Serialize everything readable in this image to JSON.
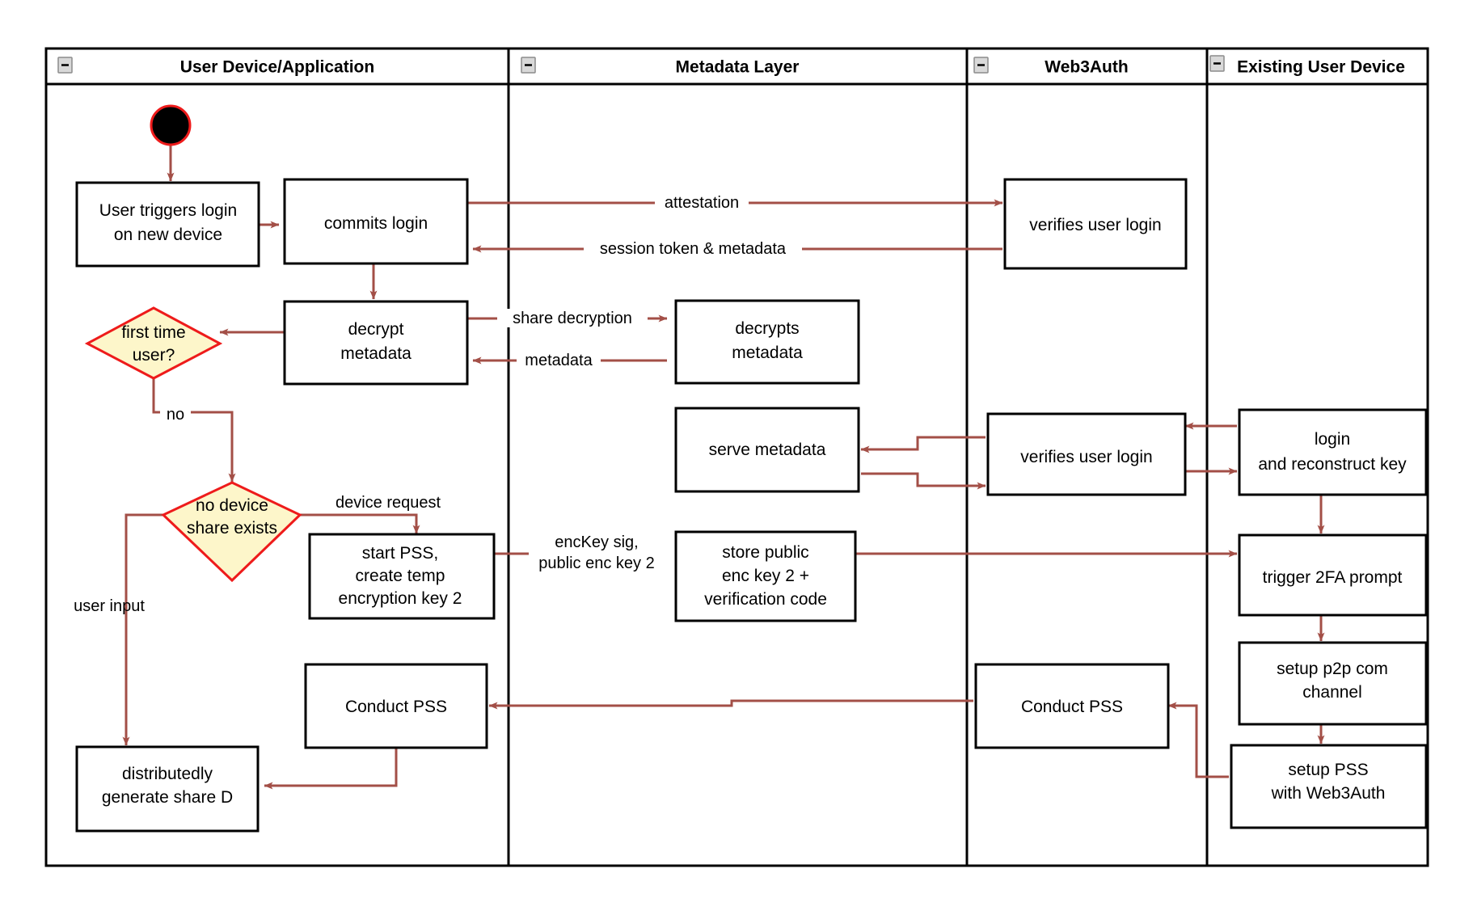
{
  "diagram": {
    "type": "swimlane-activity-diagram",
    "title": "Web3Auth new device login flow",
    "colors": {
      "edge": "#a34f47",
      "decision_fill": "#fdf6ca",
      "decision_stroke": "#ee1b1b",
      "node_stroke": "#000000",
      "node_fill": "#ffffff",
      "lane_header_icon": "#d9d9d9"
    },
    "lanes": [
      {
        "id": "lane-user-device",
        "label": "User Device/Application",
        "collapse_icon": "minus-icon"
      },
      {
        "id": "lane-metadata",
        "label": "Metadata Layer",
        "collapse_icon": "minus-icon"
      },
      {
        "id": "lane-web3auth",
        "label": "Web3Auth",
        "collapse_icon": "minus-icon"
      },
      {
        "id": "lane-existing-device",
        "label": "Existing User Device",
        "collapse_icon": "minus-icon"
      }
    ],
    "nodes": [
      {
        "id": "start",
        "type": "start",
        "lane": "lane-user-device",
        "label": ""
      },
      {
        "id": "user-triggers-login",
        "type": "action",
        "lane": "lane-user-device",
        "label": "User triggers login\non new device"
      },
      {
        "id": "commits-login",
        "type": "action",
        "lane": "lane-user-device",
        "label": "commits login"
      },
      {
        "id": "verifies-user-login-1",
        "type": "action",
        "lane": "lane-web3auth",
        "label": "verifies user login"
      },
      {
        "id": "decrypt-metadata",
        "type": "action",
        "lane": "lane-user-device",
        "label": "decrypt\nmetadata"
      },
      {
        "id": "first-time-user",
        "type": "decision",
        "lane": "lane-user-device",
        "label": "first time\nuser?"
      },
      {
        "id": "decrypts-metadata",
        "type": "action",
        "lane": "lane-metadata",
        "label": "decrypts\nmetadata"
      },
      {
        "id": "serve-metadata",
        "type": "action",
        "lane": "lane-metadata",
        "label": "serve metadata"
      },
      {
        "id": "verifies-user-login-2",
        "type": "action",
        "lane": "lane-web3auth",
        "label": "verifies user login"
      },
      {
        "id": "login-and-reconstruct-key",
        "type": "action",
        "lane": "lane-existing-device",
        "label": "login\nand reconstruct key"
      },
      {
        "id": "no-device-share-exists",
        "type": "decision",
        "lane": "lane-user-device",
        "label": "no device\nshare exists"
      },
      {
        "id": "start-pss",
        "type": "action",
        "lane": "lane-user-device",
        "label": "start PSS,\ncreate temp\nencryption key 2"
      },
      {
        "id": "store-public-enc-key",
        "type": "action",
        "lane": "lane-metadata",
        "label": "store public\nenc key 2 +\nverification code"
      },
      {
        "id": "trigger-2fa-prompt",
        "type": "action",
        "lane": "lane-existing-device",
        "label": "trigger 2FA prompt"
      },
      {
        "id": "setup-p2p-com-channel",
        "type": "action",
        "lane": "lane-existing-device",
        "label": "setup p2p com\nchannel"
      },
      {
        "id": "conduct-pss-user",
        "type": "action",
        "lane": "lane-user-device",
        "label": "Conduct PSS"
      },
      {
        "id": "conduct-pss-web3auth",
        "type": "action",
        "lane": "lane-web3auth",
        "label": "Conduct PSS"
      },
      {
        "id": "setup-pss-with-web3auth",
        "type": "action",
        "lane": "lane-existing-device",
        "label": "setup PSS\nwith Web3Auth"
      },
      {
        "id": "distributedly-generate-share-d",
        "type": "action",
        "lane": "lane-user-device",
        "label": "distributedly\ngenerate share D"
      }
    ],
    "edge_labels": {
      "attestation": "attestation",
      "session_token_metadata": "session token & metadata",
      "share_decryption": "share decryption",
      "metadata": "metadata",
      "no": "no",
      "device_request": "device request",
      "user_input": "user input",
      "enc_key_sig_line1": "encKey sig,",
      "enc_key_sig_line2": "public enc key 2"
    },
    "node_text": {
      "user_triggers_login_l1": "User triggers login",
      "user_triggers_login_l2": "on new device",
      "commits_login": "commits login",
      "verifies_user_login_1": "verifies user login",
      "decrypt_metadata_l1": "decrypt",
      "decrypt_metadata_l2": "metadata",
      "first_time_user_l1": "first time",
      "first_time_user_l2": "user?",
      "decrypts_metadata_l1": "decrypts",
      "decrypts_metadata_l2": "metadata",
      "serve_metadata": "serve metadata",
      "verifies_user_login_2": "verifies user login",
      "login_reconstruct_l1": "login",
      "login_reconstruct_l2": "and reconstruct key",
      "no_device_share_l1": "no device",
      "no_device_share_l2": "share exists",
      "start_pss_l1": "start PSS,",
      "start_pss_l2": "create temp",
      "start_pss_l3": "encryption key 2",
      "store_public_l1": "store public",
      "store_public_l2": "enc key 2 +",
      "store_public_l3": "verification code",
      "trigger_2fa_prompt": "trigger 2FA prompt",
      "setup_p2p_l1": "setup p2p com",
      "setup_p2p_l2": "channel",
      "conduct_pss_user": "Conduct PSS",
      "conduct_pss_web3auth": "Conduct PSS",
      "setup_pss_l1": "setup PSS",
      "setup_pss_l2": "with Web3Auth",
      "distributedly_l1": "distributedly",
      "distributedly_l2": "generate share D"
    }
  }
}
